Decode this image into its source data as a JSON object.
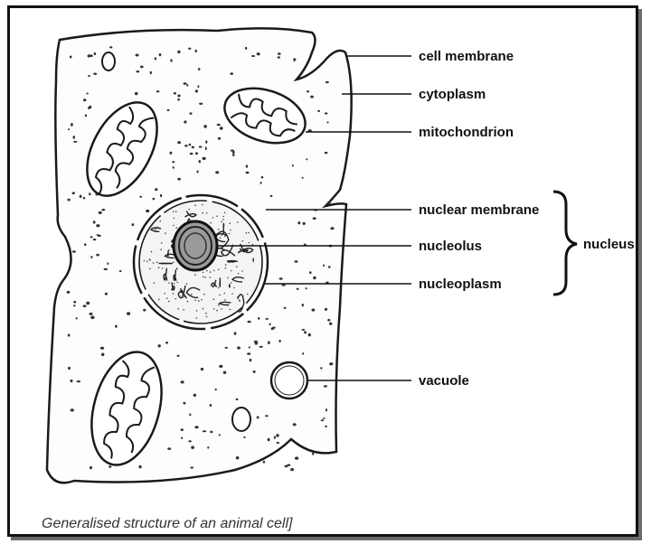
{
  "labels": {
    "cell_membrane": "cell membrane",
    "cytoplasm": "cytoplasm",
    "mitochondrion": "mitochondrion",
    "nuclear_membrane": "nuclear membrane",
    "nucleolus": "nucleolus",
    "nucleoplasm": "nucleoplasm",
    "vacuole": "vacuole",
    "nucleus": "nucleus"
  },
  "caption": "Generalised structure of an animal cell]"
}
